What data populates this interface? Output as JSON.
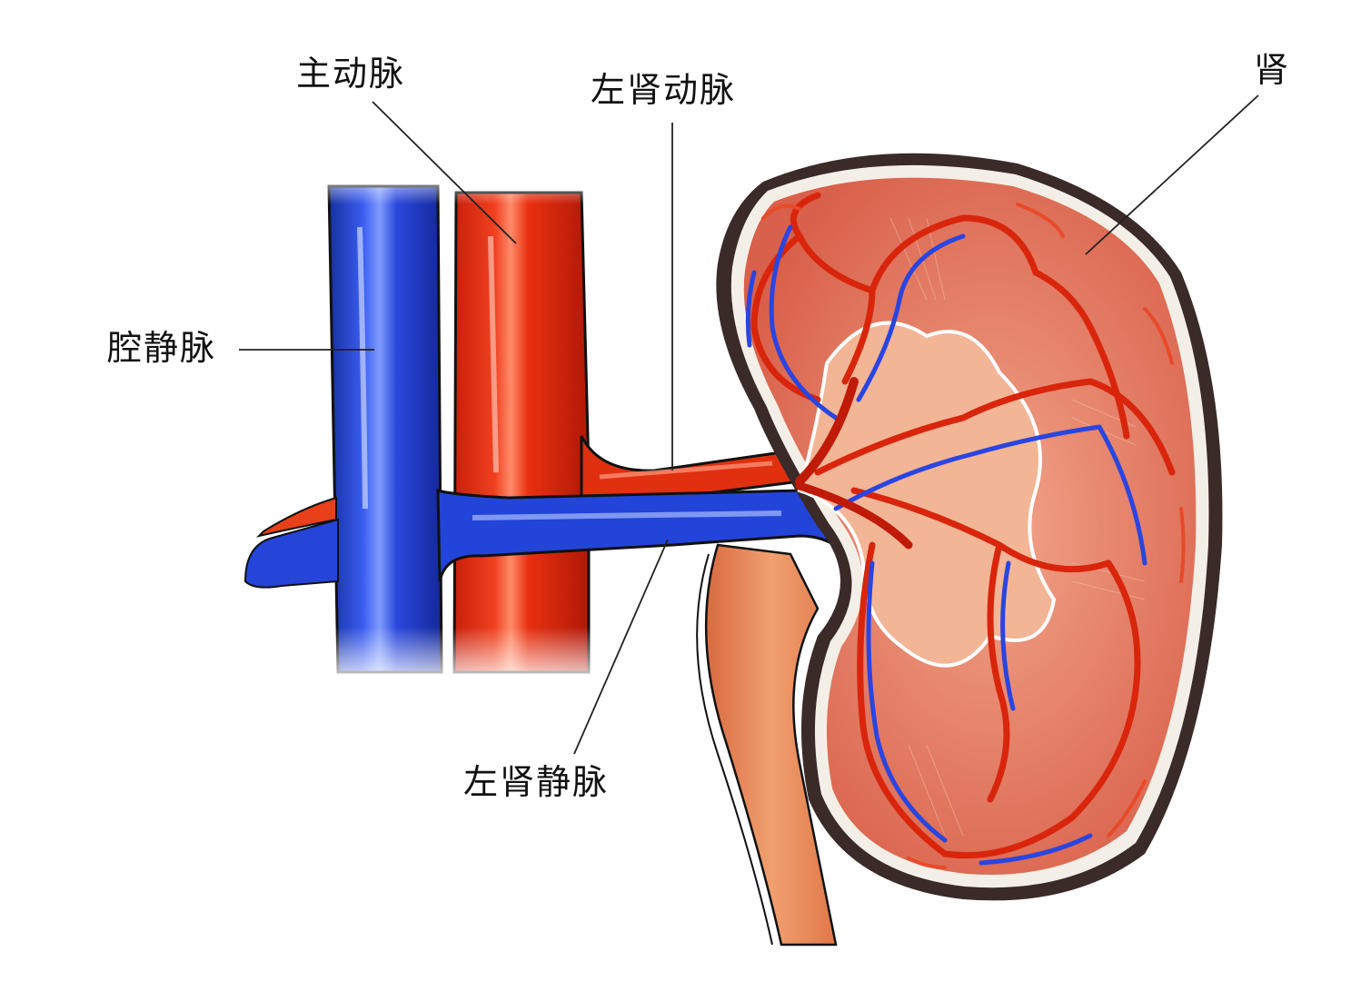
{
  "diagram": {
    "subject": "kidney-blood-supply",
    "labels": {
      "aorta": "主动脉",
      "left_renal_artery": "左肾动脉",
      "kidney": "肾",
      "vena_cava": "腔静脉",
      "left_renal_vein": "左肾静脉"
    },
    "colors": {
      "artery": "#e0260e",
      "artery_dark": "#b81a0a",
      "vein": "#1f3fd6",
      "vein_dark": "#14289a",
      "kidney_tissue": "#e0715a",
      "pelvis": "#f0b89a",
      "capsule": "#3a2a28",
      "leader_line": "#222222",
      "background": "#ffffff"
    }
  }
}
